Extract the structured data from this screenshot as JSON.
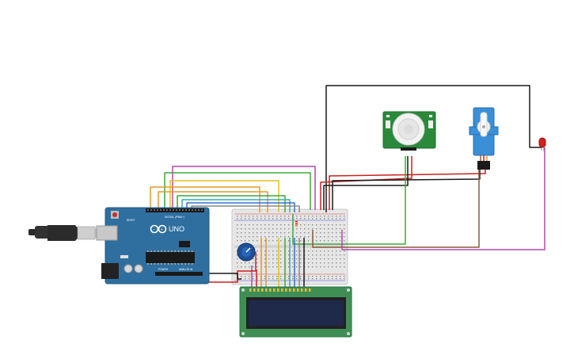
{
  "arduino": {
    "logo": "UNO",
    "board_label": "DIGITAL (PWM~)",
    "power_label": "POWER",
    "analog_label": "ANALOG IN",
    "reset_label": "RESET"
  },
  "colors": {
    "background": "#ffffff",
    "arduino_board": "#2f6f9f",
    "breadboard": "#e6e6e6",
    "lcd_board": "#3f8f55",
    "lcd_screen": "#1f2a4a",
    "pir_board": "#2a8a3a",
    "servo_body": "#3a8fd6",
    "led": "#d32020",
    "potentiometer": "#1e4f96",
    "wire_black": "#1a1a1a",
    "wire_red": "#cc2020",
    "wire_green": "#3aaa3a",
    "wire_orange": "#e39a2a",
    "wire_yellow": "#e0c020",
    "wire_purple": "#b04aa8",
    "wire_teal": "#2ab0b0",
    "wire_blue": "#3a6fd0",
    "wire_brown": "#8a5a3a",
    "wire_gray": "#888888"
  },
  "components": [
    {
      "name": "arduino-uno",
      "icon": "arduino-uno-icon"
    },
    {
      "name": "usb-cable",
      "icon": "usb-plug-icon"
    },
    {
      "name": "breadboard",
      "icon": "breadboard-icon"
    },
    {
      "name": "potentiometer",
      "icon": "potentiometer-icon"
    },
    {
      "name": "lcd-16x2",
      "icon": "lcd-icon"
    },
    {
      "name": "pir-sensor",
      "icon": "pir-sensor-icon"
    },
    {
      "name": "servo-motor",
      "icon": "servo-icon"
    },
    {
      "name": "led",
      "icon": "led-icon"
    },
    {
      "name": "resistor",
      "icon": "resistor-icon"
    }
  ]
}
